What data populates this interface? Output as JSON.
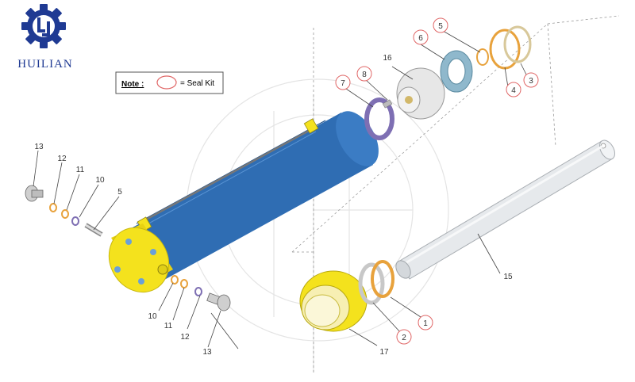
{
  "brand": {
    "name": "HUILIAN",
    "logo_icon": "gear-logo-icon",
    "color": "#1f3a93"
  },
  "note": {
    "label": "Note :",
    "text": "= Seal Kit"
  },
  "colors": {
    "cylinder": "#2f6db3",
    "head": "#f4e21d",
    "rod": "#e6e9ec",
    "seal_orange": "#e8a23c",
    "seal_purple": "#7e6fb3",
    "callout_circle": "#e06666"
  },
  "callouts": {
    "c1": "1",
    "c2": "2",
    "c3": "3",
    "c4": "4",
    "c5": "5",
    "c6": "6",
    "c7": "7",
    "c8": "8",
    "c10a": "10",
    "c10b": "10",
    "c11a": "11",
    "c11b": "11",
    "c12a": "12",
    "c12b": "12",
    "c13a": "13",
    "c13b": "13",
    "c15": "15",
    "c16": "16",
    "c17": "17",
    "c5b": "5"
  }
}
